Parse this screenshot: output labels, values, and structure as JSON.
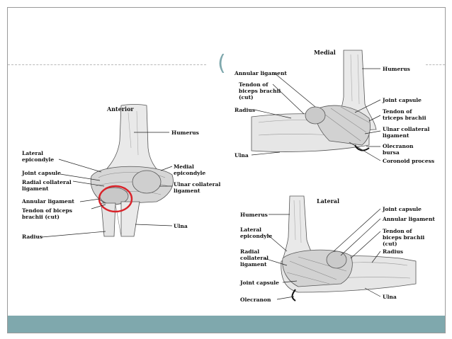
{
  "accent_color": "#7fa8ad",
  "highlight_color": "#d9232a",
  "anterior": {
    "title": "Anterior",
    "labels": {
      "humerus": "Humerus",
      "lateral_1": "Lateral",
      "lateral_2": "epicondyle",
      "joint_capsule": "Joint capsule",
      "radial_1": "Radial collateral",
      "radial_2": "ligament",
      "annular": "Annular ligament",
      "tendon_1": "Tendon of biceps",
      "tendon_2": "brachii (cut)",
      "radius": "Radius",
      "medial_1": "Medial",
      "medial_2": "epicondyle",
      "ulnar_1": "Ulnar collateral",
      "ulnar_2": "ligament",
      "ulna": "Ulna"
    }
  },
  "medial": {
    "title": "Medial",
    "labels": {
      "annular": "Annular ligament",
      "tendon_1": "Tendon of",
      "tendon_2": "biceps brachii",
      "tendon_3": "(cut)",
      "radius": "Radius",
      "ulna": "Ulna",
      "humerus": "Humerus",
      "joint_capsule": "Joint capsule",
      "triceps_1": "Tendon of",
      "triceps_2": "triceps brachii",
      "ulnar_1": "Ulnar collateral",
      "ulnar_2": "ligament",
      "olecranon_1": "Olecranon",
      "olecranon_2": "bursa",
      "coronoid": "Coronoid process"
    }
  },
  "lateral": {
    "title": "Lateral",
    "labels": {
      "humerus": "Humerus",
      "lateral_1": "Lateral",
      "lateral_2": "epicondyle",
      "radial_1": "Radial",
      "radial_2": "collateral",
      "radial_3": "ligament",
      "joint_capsule_left": "Joint capsule",
      "olecranon": "Olecranon",
      "joint_capsule_right": "Joint capsule",
      "annular": "Annular ligament",
      "tendon_1": "Tendon of",
      "tendon_2": "biceps brachii",
      "tendon_3": "(cut)",
      "radius": "Radius",
      "ulna": "Ulna"
    }
  }
}
